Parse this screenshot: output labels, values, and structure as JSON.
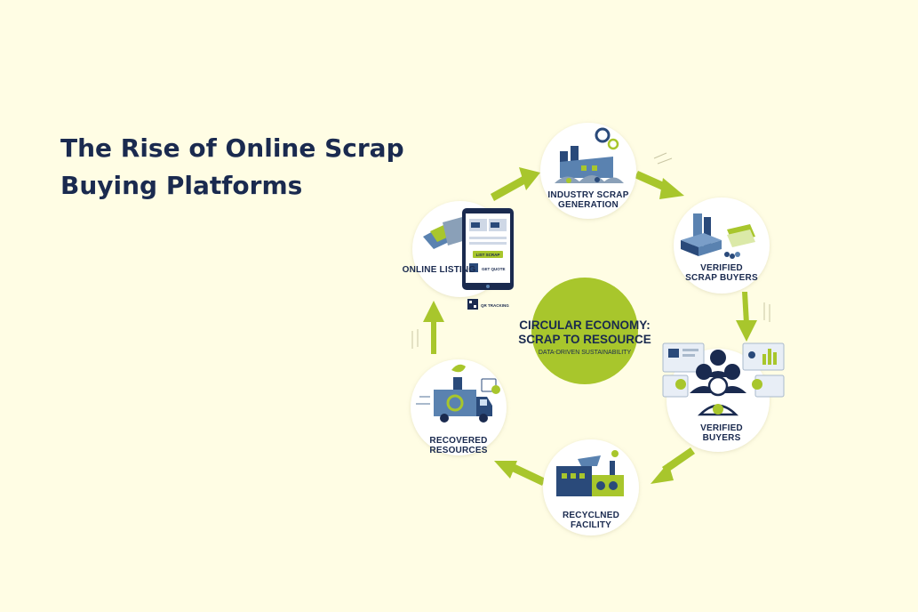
{
  "page": {
    "title_line1": "The Rise of Online Scrap",
    "title_line2": "Buying Platforms"
  },
  "colors": {
    "background": "#fffde4",
    "title": "#1a2a4f",
    "accent_green": "#a8c62c",
    "navy": "#2a4a7a",
    "steel_blue": "#5a82b0"
  },
  "diagram": {
    "center": {
      "line1": "CIRCULAR ECONOMY:",
      "line2": "SCRAP TO RESOURCE",
      "subtitle": "DATA-DRIVEN SUSTAINABILITY"
    },
    "nodes": {
      "industry": {
        "line1": "INDUSTRY SCRAP",
        "line2": "GENERATION",
        "icon": "factory-icon"
      },
      "scrap_buyers": {
        "line1": "VERIFIED",
        "line2": "SCRAP BUYERS",
        "icon": "metal-stack-icon"
      },
      "buyers": {
        "line1": "VERIFIED",
        "line2": "BUYERS",
        "icon": "people-group-icon"
      },
      "facility": {
        "line1": "RECYCLNED",
        "line2": "FACILITY",
        "icon": "recycling-plant-icon"
      },
      "resources": {
        "line1": "RECOVERED",
        "line2": "RESOURCES",
        "icon": "recycle-truck-icon"
      },
      "listing": {
        "line1": "ONLINE LISTING",
        "icon": "tablet-icon",
        "qr_label": "QR TRACKING",
        "tablet_button": "LIST SCRAP",
        "tablet_footer": "GET QUOTE"
      }
    }
  }
}
